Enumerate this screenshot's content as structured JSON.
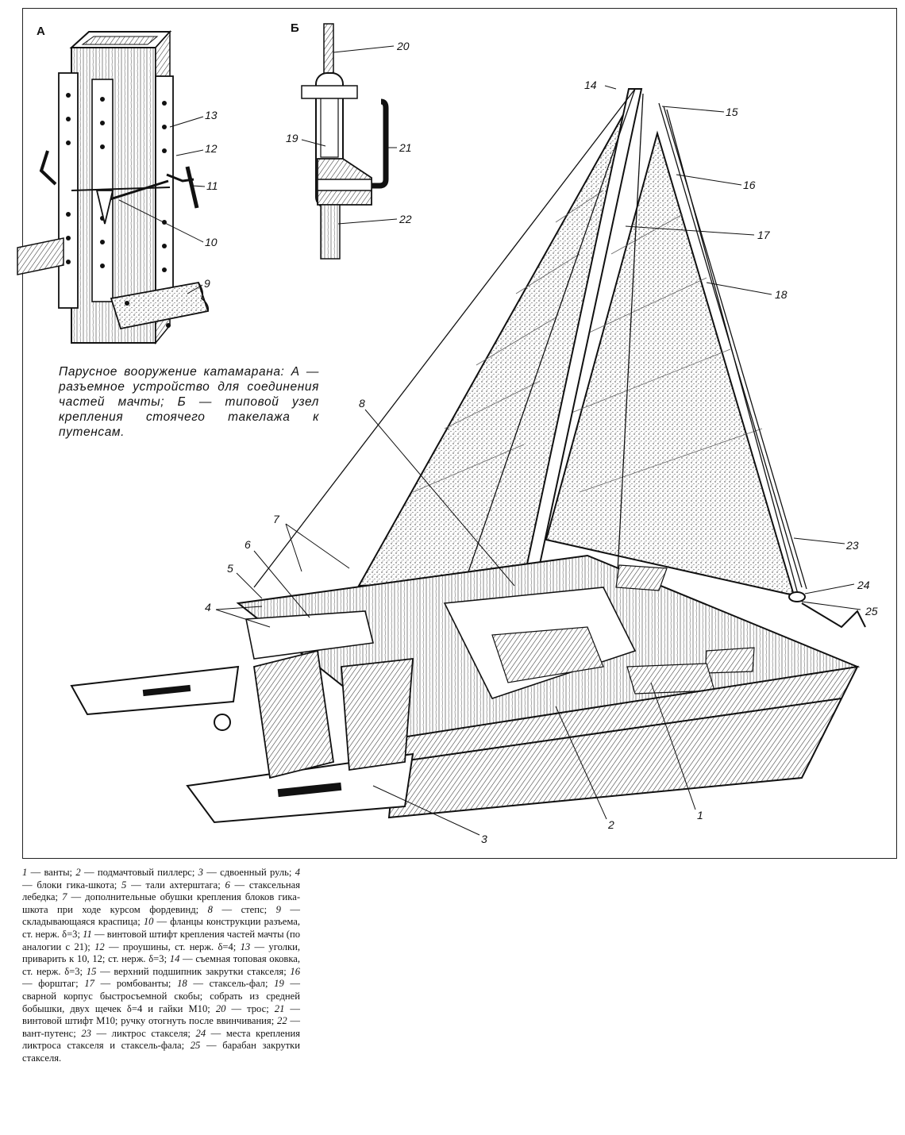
{
  "panels": {
    "a": "А",
    "b": "Б"
  },
  "caption": "Парусное вооружение катамарана: А — разъемное устройство для соединения частей мачты; Б — типовой узел крепления стоячего такелажа к путенсам.",
  "callouts": {
    "c1": "1",
    "c2": "2",
    "c3": "3",
    "c4": "4",
    "c5": "5",
    "c6": "6",
    "c7": "7",
    "c8": "8",
    "c9": "9",
    "c10": "10",
    "c11": "11",
    "c12": "12",
    "c13": "13",
    "c14": "14",
    "c15": "15",
    "c16": "16",
    "c17": "17",
    "c18": "18",
    "c19": "19",
    "c20": "20",
    "c21": "21",
    "c22": "22",
    "c23": "23",
    "c24": "24",
    "c25": "25"
  },
  "legend": [
    {
      "num": "1",
      "text": "ванты;"
    },
    {
      "num": "2",
      "text": "подмачтовый пиллерс;"
    },
    {
      "num": "3",
      "text": "сдвоенный руль;"
    },
    {
      "num": "4",
      "text": "блоки гика-шкота;"
    },
    {
      "num": "5",
      "text": "тали ахтерштага;"
    },
    {
      "num": "6",
      "text": "стаксельная лебедка;"
    },
    {
      "num": "7",
      "text": "дополнительные обушки крепления блоков гика-шкота при ходе курсом фордевинд;"
    },
    {
      "num": "8",
      "text": "степс;"
    },
    {
      "num": "9",
      "text": "складывающаяся краспица;"
    },
    {
      "num": "10",
      "text": "фланцы конструкции разъема, ст. нерж. δ=3;"
    },
    {
      "num": "11",
      "text": "винтовой штифт крепления частей мачты (по аналогии с 21);"
    },
    {
      "num": "12",
      "text": "проушины, ст. нерж. δ=4;"
    },
    {
      "num": "13",
      "text": "уголки, приварить к 10, 12; ст. нерж. δ=3;"
    },
    {
      "num": "14",
      "text": "съемная топовая оковка, ст. нерж. δ=3;"
    },
    {
      "num": "15",
      "text": "верхний подшипник закрутки стакселя;"
    },
    {
      "num": "16",
      "text": "форштаг;"
    },
    {
      "num": "17",
      "text": "ромбованты;"
    },
    {
      "num": "18",
      "text": "стаксель-фал;"
    },
    {
      "num": "19",
      "text": "сварной корпус быстросъемной скобы; собрать из средней бобышки, двух щечек δ=4 и гайки М10;"
    },
    {
      "num": "20",
      "text": "трос;"
    },
    {
      "num": "21",
      "text": "винтовой штифт М10; ручку отогнуть после ввинчивания;"
    },
    {
      "num": "22",
      "text": "вант-путенс;"
    },
    {
      "num": "23",
      "text": "ликтрос стакселя;"
    },
    {
      "num": "24",
      "text": "места крепления ликтроса стакселя и стаксель-фала;"
    },
    {
      "num": "25",
      "text": "барабан закрутки стакселя."
    }
  ]
}
